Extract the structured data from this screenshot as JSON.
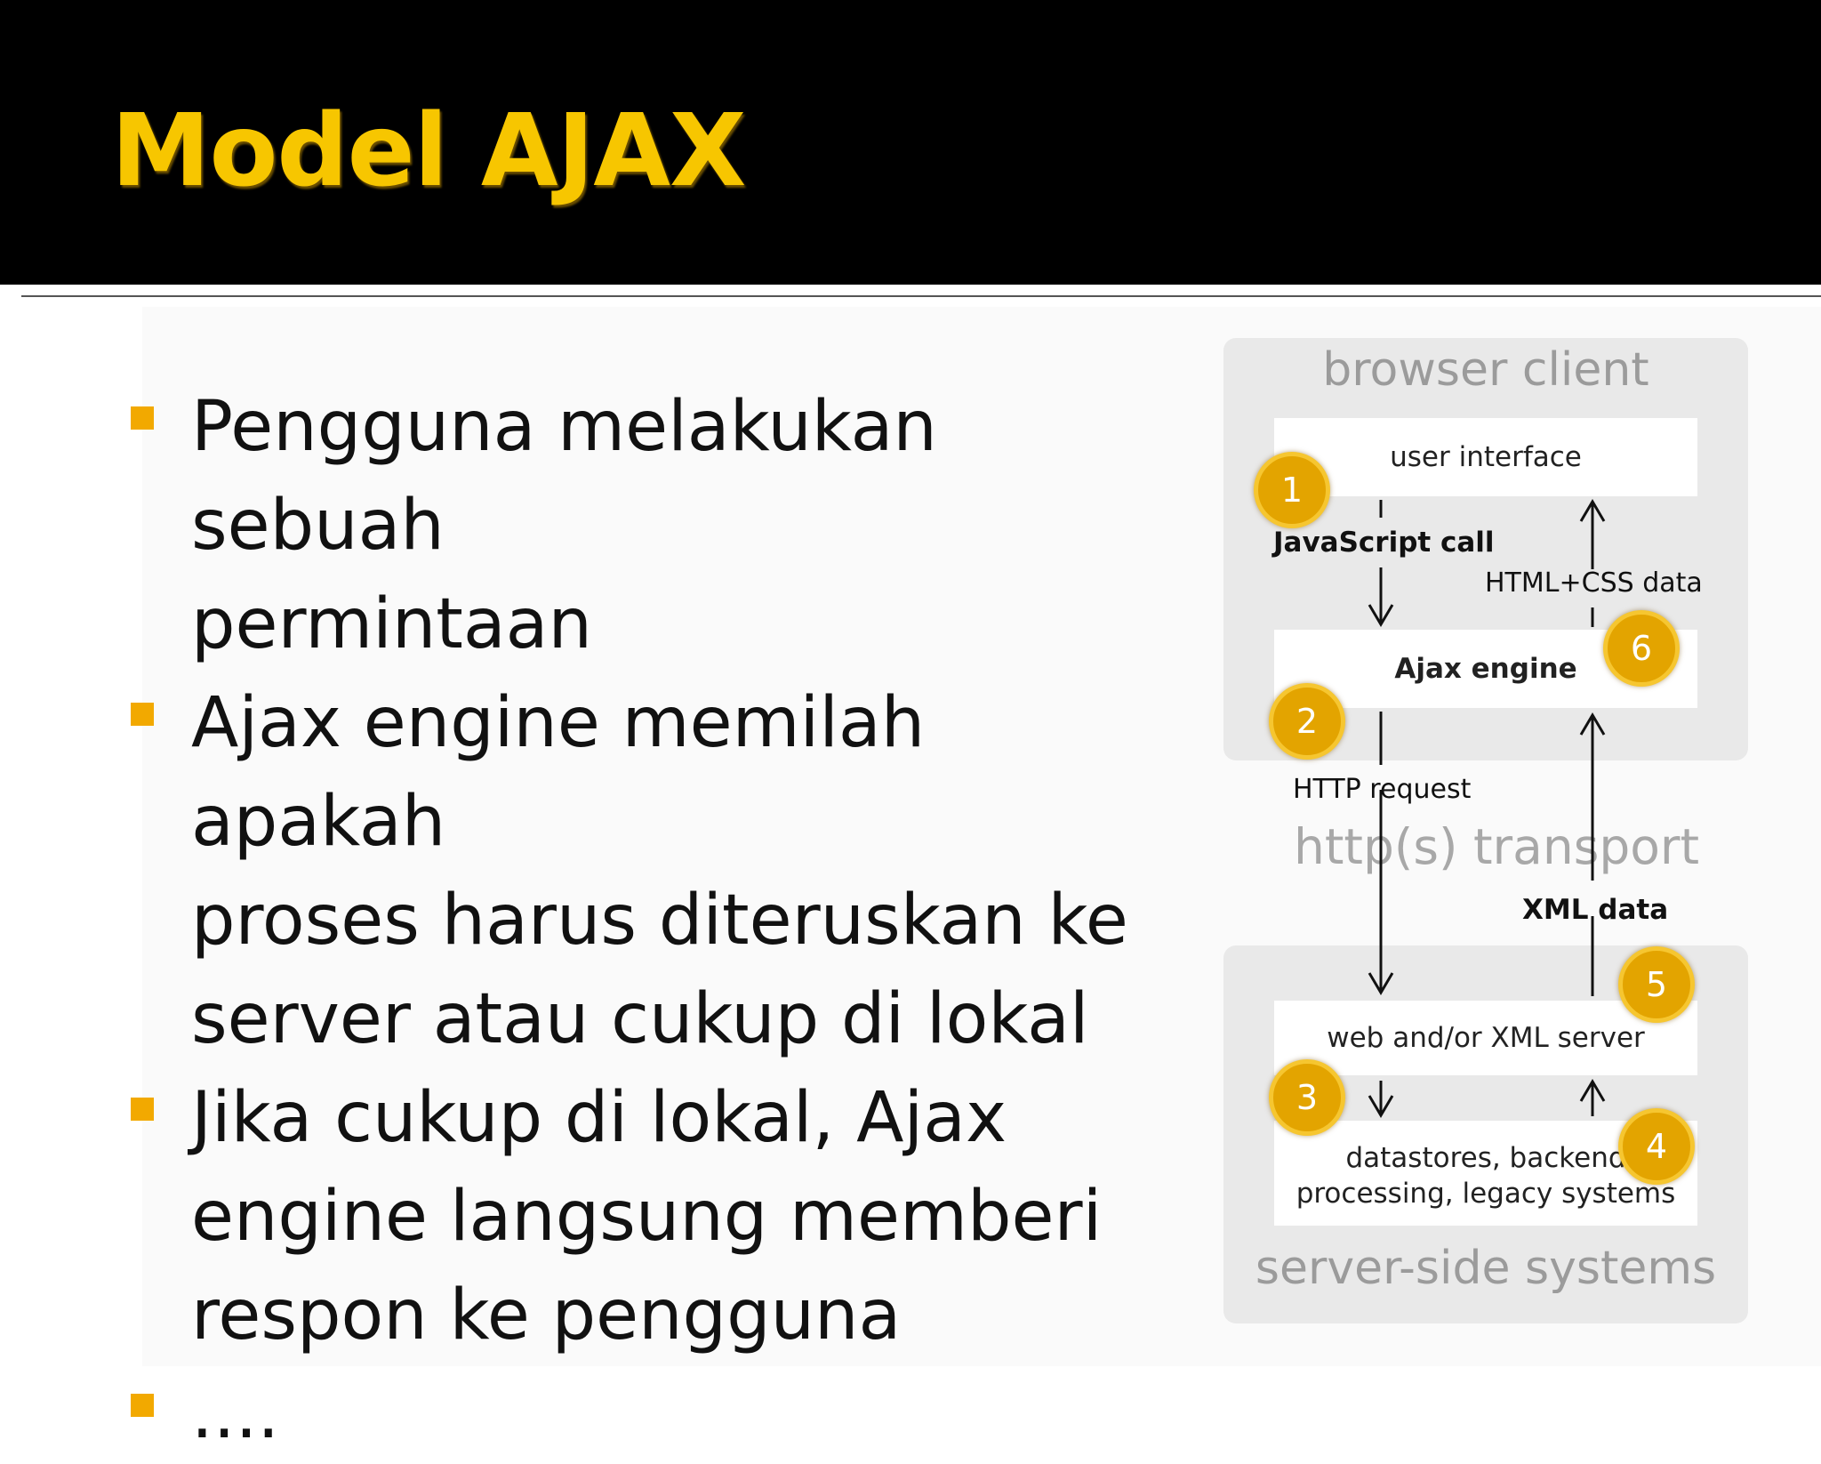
{
  "slide": {
    "title": "Model AJAX",
    "bullets": [
      "Pengguna melakukan sebuah\npermintaan",
      "Ajax engine memilah apakah\nproses harus diteruskan ke\nserver atau cukup di lokal",
      "Jika cukup di lokal, Ajax\nengine langsung memberi\nrespon ke pengguna",
      "...."
    ],
    "accent_color": "#f2a900",
    "title_color": "#f7c600"
  },
  "diagram": {
    "browser_title": "browser client",
    "user_interface": "user interface",
    "ajax_engine": "Ajax engine",
    "javascript_call": "JavaScript call",
    "html_css_data": "HTML+CSS data",
    "http_request": "HTTP request",
    "transport": "http(s) transport",
    "xml_data": "XML data",
    "web_server": "web and/or XML server",
    "datastores_line1": "datastores, backend",
    "datastores_line2": "processing, legacy systems",
    "server_title": "server-side systems",
    "badges": [
      "1",
      "2",
      "3",
      "4",
      "5",
      "6"
    ]
  }
}
